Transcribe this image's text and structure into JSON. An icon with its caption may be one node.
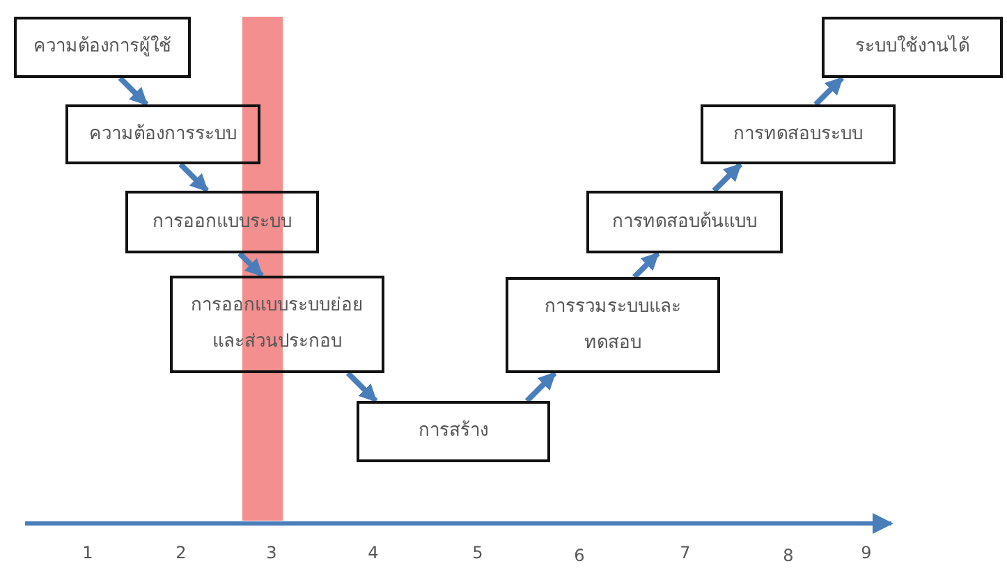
{
  "diagram": {
    "nodes": [
      {
        "text": [
          "ความต้องการผู้ใช้"
        ]
      },
      {
        "text": [
          "ความต้องการระบบ"
        ]
      },
      {
        "text": [
          "การออกแบบระบบ"
        ]
      },
      {
        "text": [
          "การออกแบบระบบย่อยและส่วนประกอบ"
        ]
      },
      {
        "text": [
          "การสร้าง"
        ]
      },
      {
        "text": [
          "การรวมระบบและทดสอบ"
        ]
      },
      {
        "text": [
          "การทดสอบต้นแบบ"
        ]
      },
      {
        "text": [
          "การทดสอบระบบ"
        ]
      },
      {
        "text": [
          "ระบบใช้งานได้"
        ]
      }
    ],
    "edges": [
      {
        "from": 0,
        "to": 1,
        "arrow": "to"
      },
      {
        "from": 1,
        "to": 2,
        "arrow": "to"
      },
      {
        "from": 2,
        "to": 3,
        "arrow": "to"
      },
      {
        "from": 3,
        "to": 4,
        "arrow": "to"
      },
      {
        "from": 4,
        "to": 5,
        "arrow": "to"
      },
      {
        "from": 5,
        "to": 6,
        "arrow": "to"
      },
      {
        "from": 6,
        "to": 7,
        "arrow": "to"
      },
      {
        "from": 7,
        "to": 8,
        "arrow": "to"
      }
    ],
    "labels": [
      "1",
      "2",
      "3",
      "4",
      "5",
      "6",
      "7",
      "8",
      "9"
    ]
  }
}
